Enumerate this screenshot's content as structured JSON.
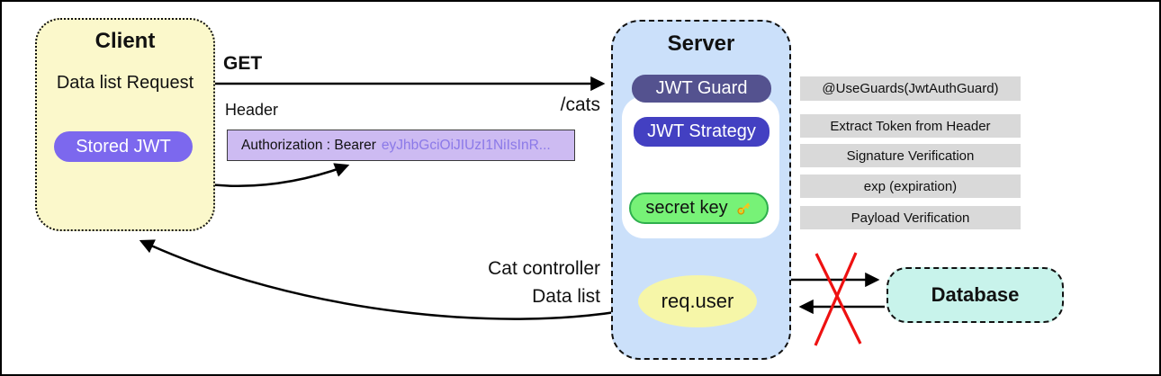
{
  "client": {
    "title": "Client",
    "subtitle": "Data list Request",
    "stored_jwt_label": "Stored JWT"
  },
  "request": {
    "method": "GET",
    "path": "/cats",
    "header_label": "Header",
    "auth_key": "Authorization : Bearer",
    "auth_token": "eyJhbGciOiJIUzI1NiIsInR..."
  },
  "server": {
    "title": "Server",
    "jwt_guard_label": "JWT Guard",
    "jwt_strategy_label": "JWT Strategy",
    "secret_key_label": "secret key",
    "key_icon": "key-icon",
    "req_user_label": "req.user"
  },
  "annotations": {
    "use_guards": "@UseGuards(JwtAuthGuard)",
    "steps": [
      "Extract Token from Header",
      "Signature Verification",
      "exp (expiration)",
      "Payload Verification"
    ]
  },
  "response": {
    "line1": "Cat controller",
    "line2": "Data list"
  },
  "database": {
    "title": "Database"
  },
  "colors": {
    "client_fill": "#FBF8CB",
    "stored_jwt_fill": "#7C68EE",
    "auth_box_fill": "#CDBBF2",
    "auth_token_text": "#8B79E8",
    "server_fill": "#CBE0FA",
    "jwt_guard_fill": "#54528F",
    "jwt_strategy_fill": "#4340C2",
    "secret_key_fill": "#77F277",
    "secret_key_border": "#2EAF4D",
    "req_user_fill": "#F6F6A8",
    "annotation_fill": "#D9D9D9",
    "database_fill": "#C8F3EB",
    "blocked_x": "#EE1111"
  }
}
